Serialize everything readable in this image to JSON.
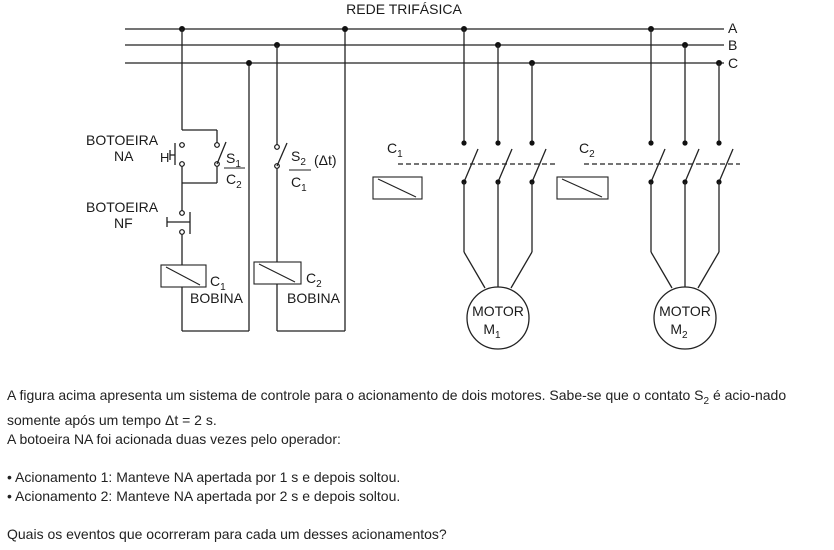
{
  "diagram": {
    "title": "REDE TRIFÁSICA",
    "phases": [
      "A",
      "B",
      "C"
    ],
    "botoeira_na": [
      "BOTOEIRA",
      "NA"
    ],
    "botoeira_nf": [
      "BOTOEIRA",
      "NF"
    ],
    "contact_h": "H",
    "contact_s1_c2": {
      "top": "S",
      "top_sub": "1",
      "bottom": "C",
      "bottom_sub": "2"
    },
    "contact_s2_c1": {
      "top": "S",
      "top_sub": "2",
      "delay": "(Δt)",
      "bottom": "C",
      "bottom_sub": "1"
    },
    "coil_c1": {
      "label": "C",
      "sub": "1",
      "name": "BOBINA"
    },
    "coil_c2": {
      "label": "C",
      "sub": "2",
      "name": "BOBINA"
    },
    "contactor_c1": {
      "label": "C",
      "sub": "1"
    },
    "contactor_c2": {
      "label": "C",
      "sub": "2"
    },
    "motor1": {
      "label": "MOTOR",
      "id": "M",
      "sub": "1"
    },
    "motor2": {
      "label": "MOTOR",
      "id": "M",
      "sub": "2"
    }
  },
  "text": {
    "paragraph1_part1": "A figura acima apresenta um sistema de controle para o acionamento de dois motores. Sabe-se que o contato S",
    "paragraph1_sub": "2",
    "paragraph1_part2": " é acio-nado somente após um tempo Δt = 2 s.",
    "paragraph2": "A botoeira NA foi acionada duas vezes pelo operador:",
    "bullet1": "• Acionamento 1: Manteve NA apertada por 1 s e depois soltou.",
    "bullet2": "• Acionamento 2: Manteve NA apertada por 2 s e depois soltou.",
    "question": "Quais os eventos que ocorreram para cada um desses acionamentos?"
  }
}
